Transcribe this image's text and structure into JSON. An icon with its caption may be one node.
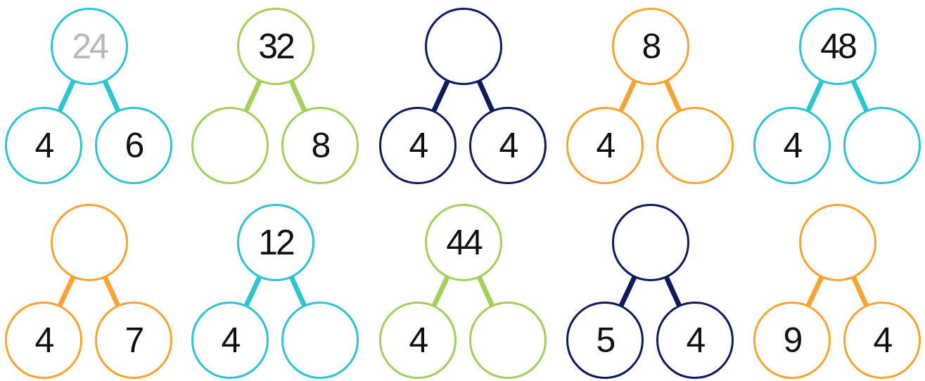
{
  "diagram": {
    "nodes": [
      {
        "text": [
          "24"
        ]
      },
      {
        "text": [
          "4"
        ]
      },
      {
        "text": [
          "6"
        ]
      },
      {
        "text": [
          "32"
        ]
      },
      {
        "text": [],
        "shape": "circle"
      },
      {
        "text": [
          "8"
        ]
      },
      {
        "text": [],
        "shape": "circle"
      },
      {
        "text": [
          "4"
        ]
      },
      {
        "text": [
          "4"
        ]
      },
      {
        "text": [
          "8"
        ]
      },
      {
        "text": [
          "4"
        ]
      },
      {
        "text": [],
        "shape": "circle"
      },
      {
        "text": [
          "48"
        ]
      },
      {
        "text": [
          "4"
        ]
      },
      {
        "text": [],
        "shape": "circle"
      },
      {
        "text": [],
        "shape": "circle"
      },
      {
        "text": [
          "4"
        ]
      },
      {
        "text": [
          "7"
        ]
      },
      {
        "text": [
          "12"
        ]
      },
      {
        "text": [
          "4"
        ]
      },
      {
        "text": [],
        "shape": "circle"
      },
      {
        "text": [
          "44"
        ]
      },
      {
        "text": [
          "4"
        ]
      },
      {
        "text": [],
        "shape": "circle"
      },
      {
        "text": [],
        "shape": "circle"
      },
      {
        "text": [
          "5"
        ]
      },
      {
        "text": [
          "4"
        ]
      },
      {
        "text": [],
        "shape": "circle"
      },
      {
        "text": [
          "9"
        ]
      },
      {
        "text": [
          "4"
        ]
      }
    ],
    "edges": [
      {
        "from": 0,
        "to": 1,
        "arrow": "none",
        "color": "#2ec4d0"
      },
      {
        "from": 0,
        "to": 2,
        "arrow": "none",
        "color": "#2ec4d0"
      },
      {
        "from": 3,
        "to": 4,
        "arrow": "none",
        "color": "#a3cf5a"
      },
      {
        "from": 3,
        "to": 5,
        "arrow": "none",
        "color": "#a3cf5a"
      },
      {
        "from": 6,
        "to": 7,
        "arrow": "none",
        "color": "#0e1a5c"
      },
      {
        "from": 6,
        "to": 8,
        "arrow": "none",
        "color": "#0e1a5c"
      },
      {
        "from": 9,
        "to": 10,
        "arrow": "none",
        "color": "#f7a432"
      },
      {
        "from": 9,
        "to": 11,
        "arrow": "none",
        "color": "#f7a432"
      },
      {
        "from": 12,
        "to": 13,
        "arrow": "none",
        "color": "#2ec4d0"
      },
      {
        "from": 12,
        "to": 14,
        "arrow": "none",
        "color": "#2ec4d0"
      },
      {
        "from": 15,
        "to": 16,
        "arrow": "none",
        "color": "#f7a432"
      },
      {
        "from": 15,
        "to": 17,
        "arrow": "none",
        "color": "#f7a432"
      },
      {
        "from": 18,
        "to": 19,
        "arrow": "none",
        "color": "#2ec4d0"
      },
      {
        "from": 18,
        "to": 20,
        "arrow": "none",
        "color": "#2ec4d0"
      },
      {
        "from": 21,
        "to": 22,
        "arrow": "none",
        "color": "#a3cf5a"
      },
      {
        "from": 21,
        "to": 23,
        "arrow": "none",
        "color": "#a3cf5a"
      },
      {
        "from": 24,
        "to": 25,
        "arrow": "none",
        "color": "#0e1a5c"
      },
      {
        "from": 24,
        "to": 26,
        "arrow": "none",
        "color": "#0e1a5c"
      },
      {
        "from": 27,
        "to": 28,
        "arrow": "none",
        "color": "#f7a432"
      },
      {
        "from": 27,
        "to": 29,
        "arrow": "none",
        "color": "#f7a432"
      }
    ]
  }
}
